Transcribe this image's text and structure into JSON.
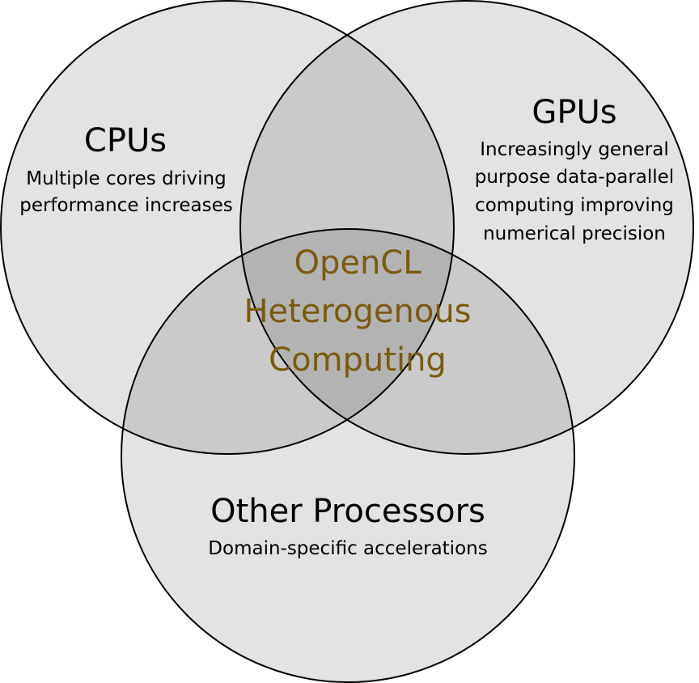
{
  "colors": {
    "circle_fill": "#000000",
    "circle_stroke": "#000000",
    "center_text": "#7a5a0e",
    "text": "#000000"
  },
  "cpus": {
    "title": "CPUs",
    "desc_line1": "Multiple cores driving",
    "desc_line2": "performance increases"
  },
  "gpus": {
    "title": "GPUs",
    "desc_line1": "Increasingly general",
    "desc_line2": "purpose data-parallel",
    "desc_line3": "computing improving",
    "desc_line4": "numerical precision"
  },
  "other": {
    "title": "Other Processors",
    "desc_line1": "Domain-specific accelerations"
  },
  "center": {
    "line1": "OpenCL",
    "line2": "Heterogenous",
    "line3": "Computing"
  }
}
